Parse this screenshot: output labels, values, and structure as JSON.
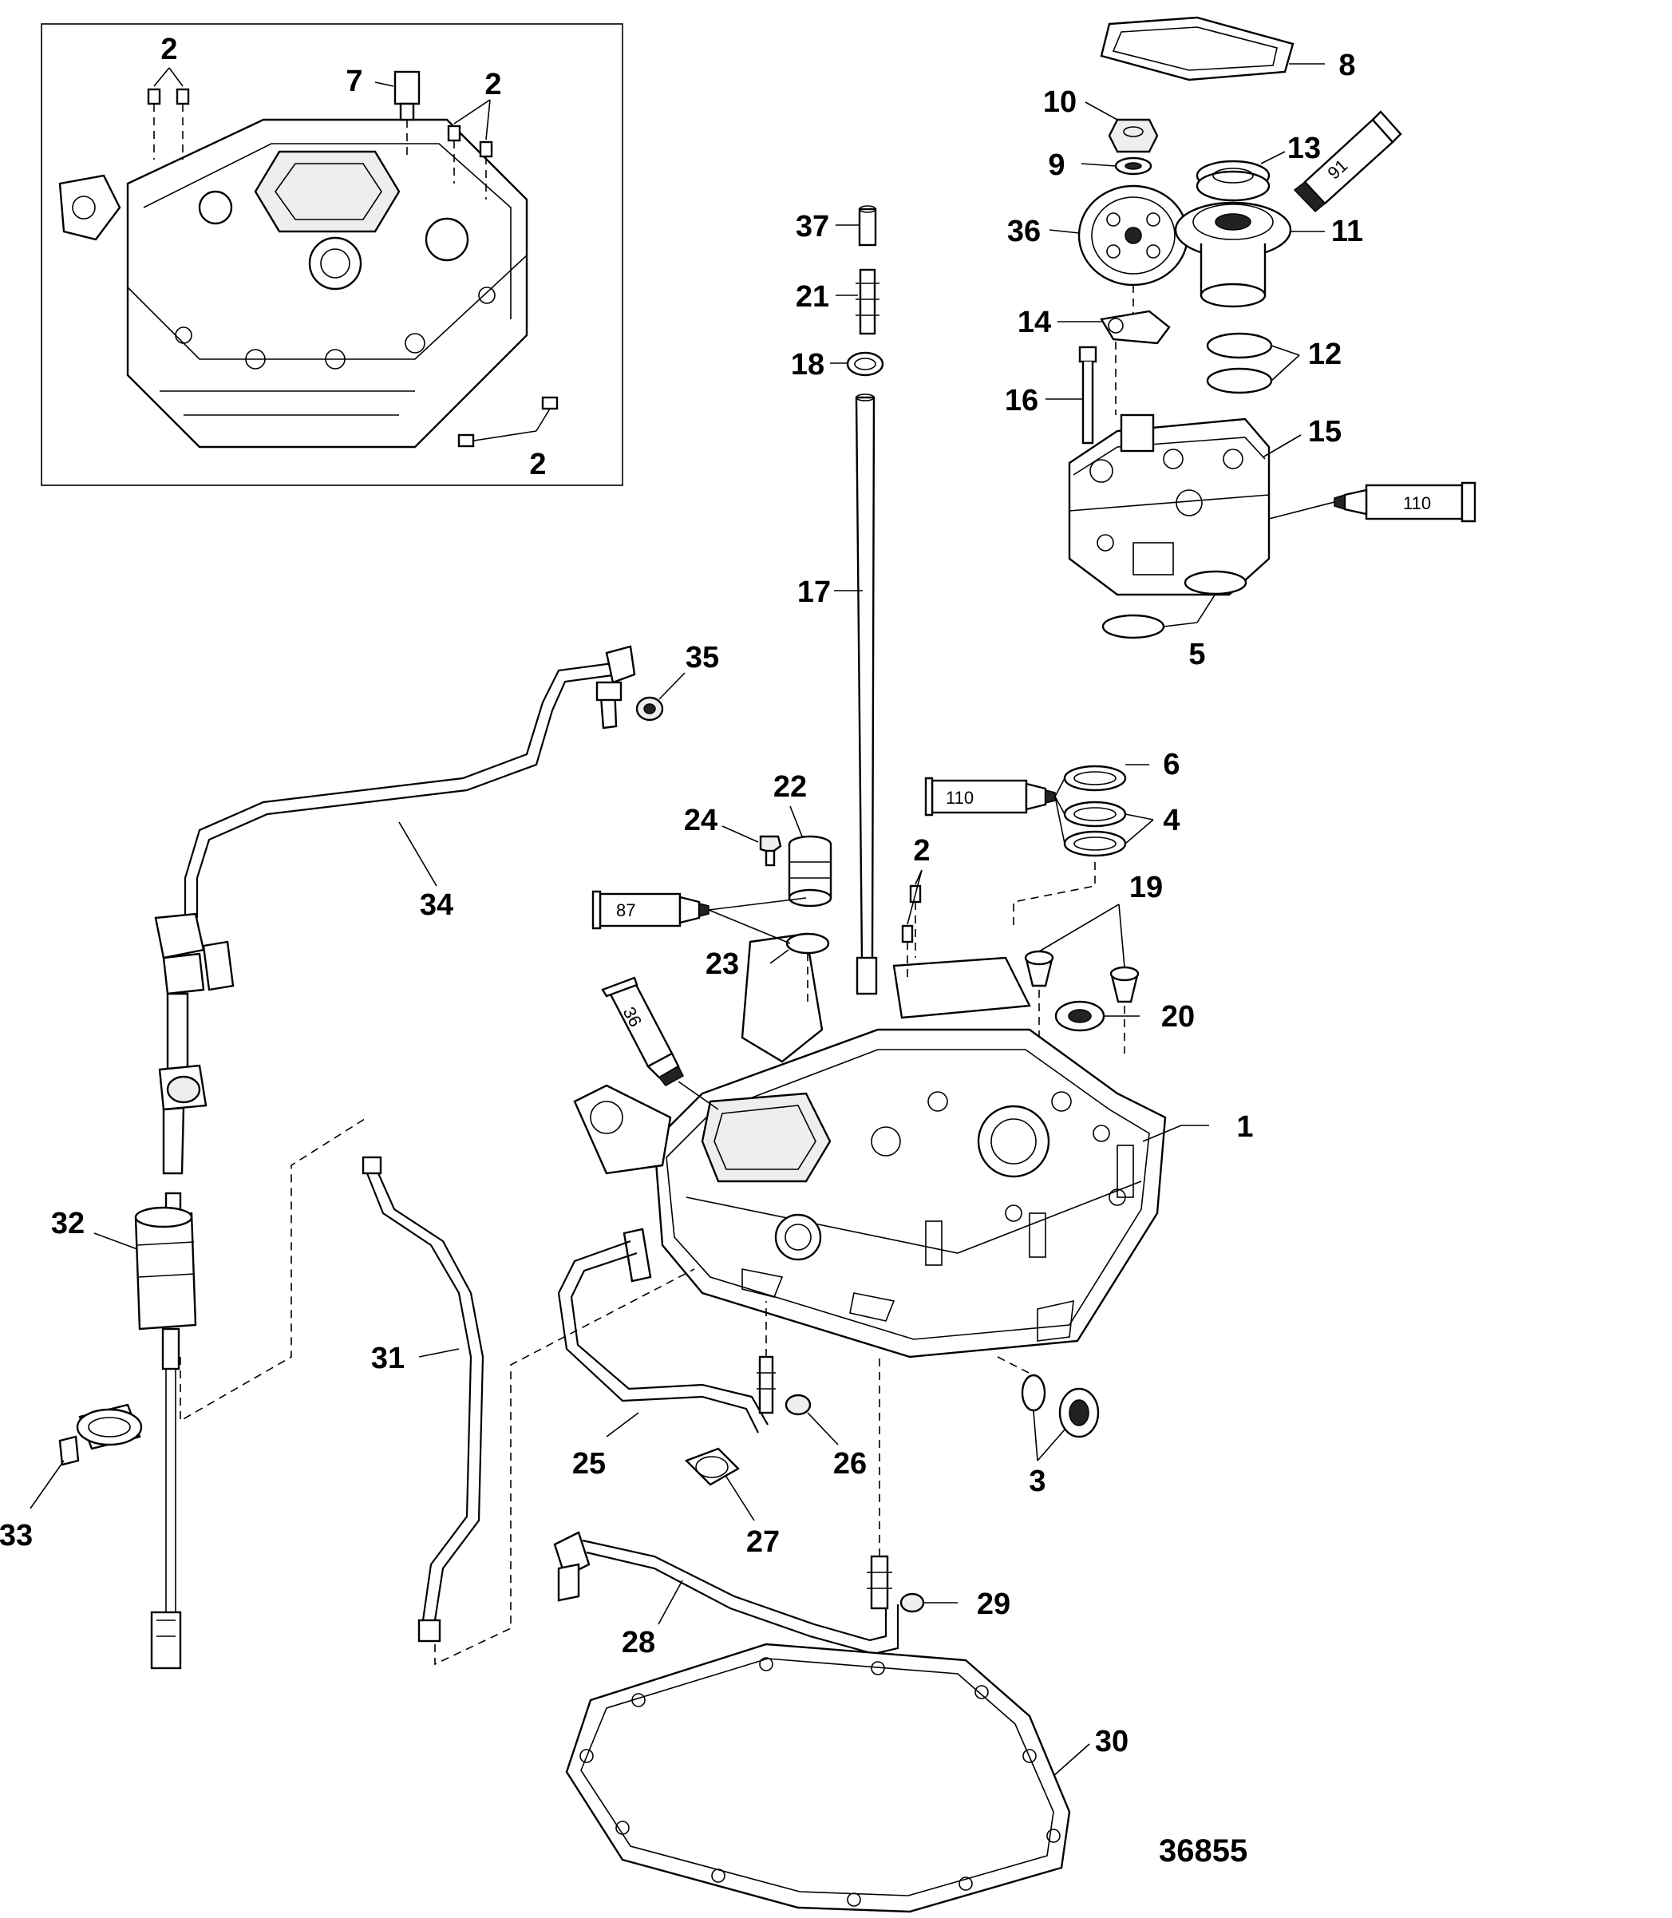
{
  "callouts": [
    {
      "id": "c1",
      "text": "1"
    },
    {
      "id": "c2a",
      "text": "2"
    },
    {
      "id": "c2b",
      "text": "2"
    },
    {
      "id": "c2c",
      "text": "2"
    },
    {
      "id": "c2d",
      "text": "2"
    },
    {
      "id": "c3",
      "text": "3"
    },
    {
      "id": "c4",
      "text": "4"
    },
    {
      "id": "c5",
      "text": "5"
    },
    {
      "id": "c6",
      "text": "6"
    },
    {
      "id": "c7",
      "text": "7"
    },
    {
      "id": "c8",
      "text": "8"
    },
    {
      "id": "c9",
      "text": "9"
    },
    {
      "id": "c10",
      "text": "10"
    },
    {
      "id": "c11",
      "text": "11"
    },
    {
      "id": "c12",
      "text": "12"
    },
    {
      "id": "c13",
      "text": "13"
    },
    {
      "id": "c14",
      "text": "14"
    },
    {
      "id": "c15",
      "text": "15"
    },
    {
      "id": "c16",
      "text": "16"
    },
    {
      "id": "c17",
      "text": "17"
    },
    {
      "id": "c18",
      "text": "18"
    },
    {
      "id": "c19",
      "text": "19"
    },
    {
      "id": "c20",
      "text": "20"
    },
    {
      "id": "c21",
      "text": "21"
    },
    {
      "id": "c22",
      "text": "22"
    },
    {
      "id": "c23",
      "text": "23"
    },
    {
      "id": "c24",
      "text": "24"
    },
    {
      "id": "c25",
      "text": "25"
    },
    {
      "id": "c26",
      "text": "26"
    },
    {
      "id": "c27",
      "text": "27"
    },
    {
      "id": "c28",
      "text": "28"
    },
    {
      "id": "c29",
      "text": "29"
    },
    {
      "id": "c30",
      "text": "30"
    },
    {
      "id": "c31",
      "text": "31"
    },
    {
      "id": "c32",
      "text": "32"
    },
    {
      "id": "c33",
      "text": "33"
    },
    {
      "id": "c34",
      "text": "34"
    },
    {
      "id": "c35",
      "text": "35"
    },
    {
      "id": "c36",
      "text": "36"
    },
    {
      "id": "c37",
      "text": "37"
    }
  ],
  "lubricant_tubes": [
    {
      "id": "t91",
      "text": "91"
    },
    {
      "id": "t110a",
      "text": "110"
    },
    {
      "id": "t110b",
      "text": "110"
    },
    {
      "id": "t87",
      "text": "87"
    },
    {
      "id": "t36",
      "text": "36"
    }
  ],
  "figure_number": "36855"
}
